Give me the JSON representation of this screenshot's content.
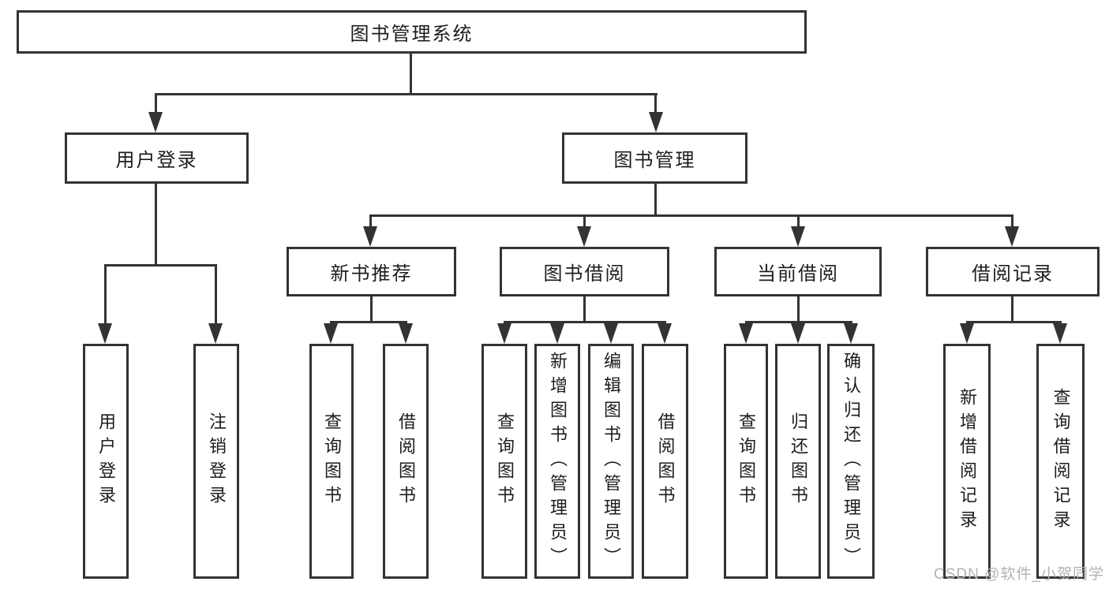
{
  "diagram": {
    "title": "图书管理系统",
    "level2": {
      "user_login": "用户登录",
      "book_mgmt": "图书管理"
    },
    "level3": {
      "new_books": "新书推荐",
      "book_borrow": "图书借阅",
      "current_borrow": "当前借阅",
      "borrow_records": "借阅记录"
    },
    "leaves": {
      "user_login": [
        "用户登录",
        "注销登录"
      ],
      "new_books": [
        "查询图书",
        "借阅图书"
      ],
      "book_borrow": [
        "查询图书",
        "新增图书（管理员）",
        "编辑图书（管理员）",
        "借阅图书"
      ],
      "current_borrow": [
        "查询图书",
        "归还图书",
        "确认归还（管理员）"
      ],
      "borrow_records": [
        "新增借阅记录",
        "查询借阅记录"
      ]
    }
  },
  "watermark": {
    "text": "CSDN @软件_小贺同学",
    "color": "#b3b3b3"
  },
  "colors": {
    "line": "#333333",
    "text": "#1d1d1d",
    "background": "#ffffff"
  }
}
